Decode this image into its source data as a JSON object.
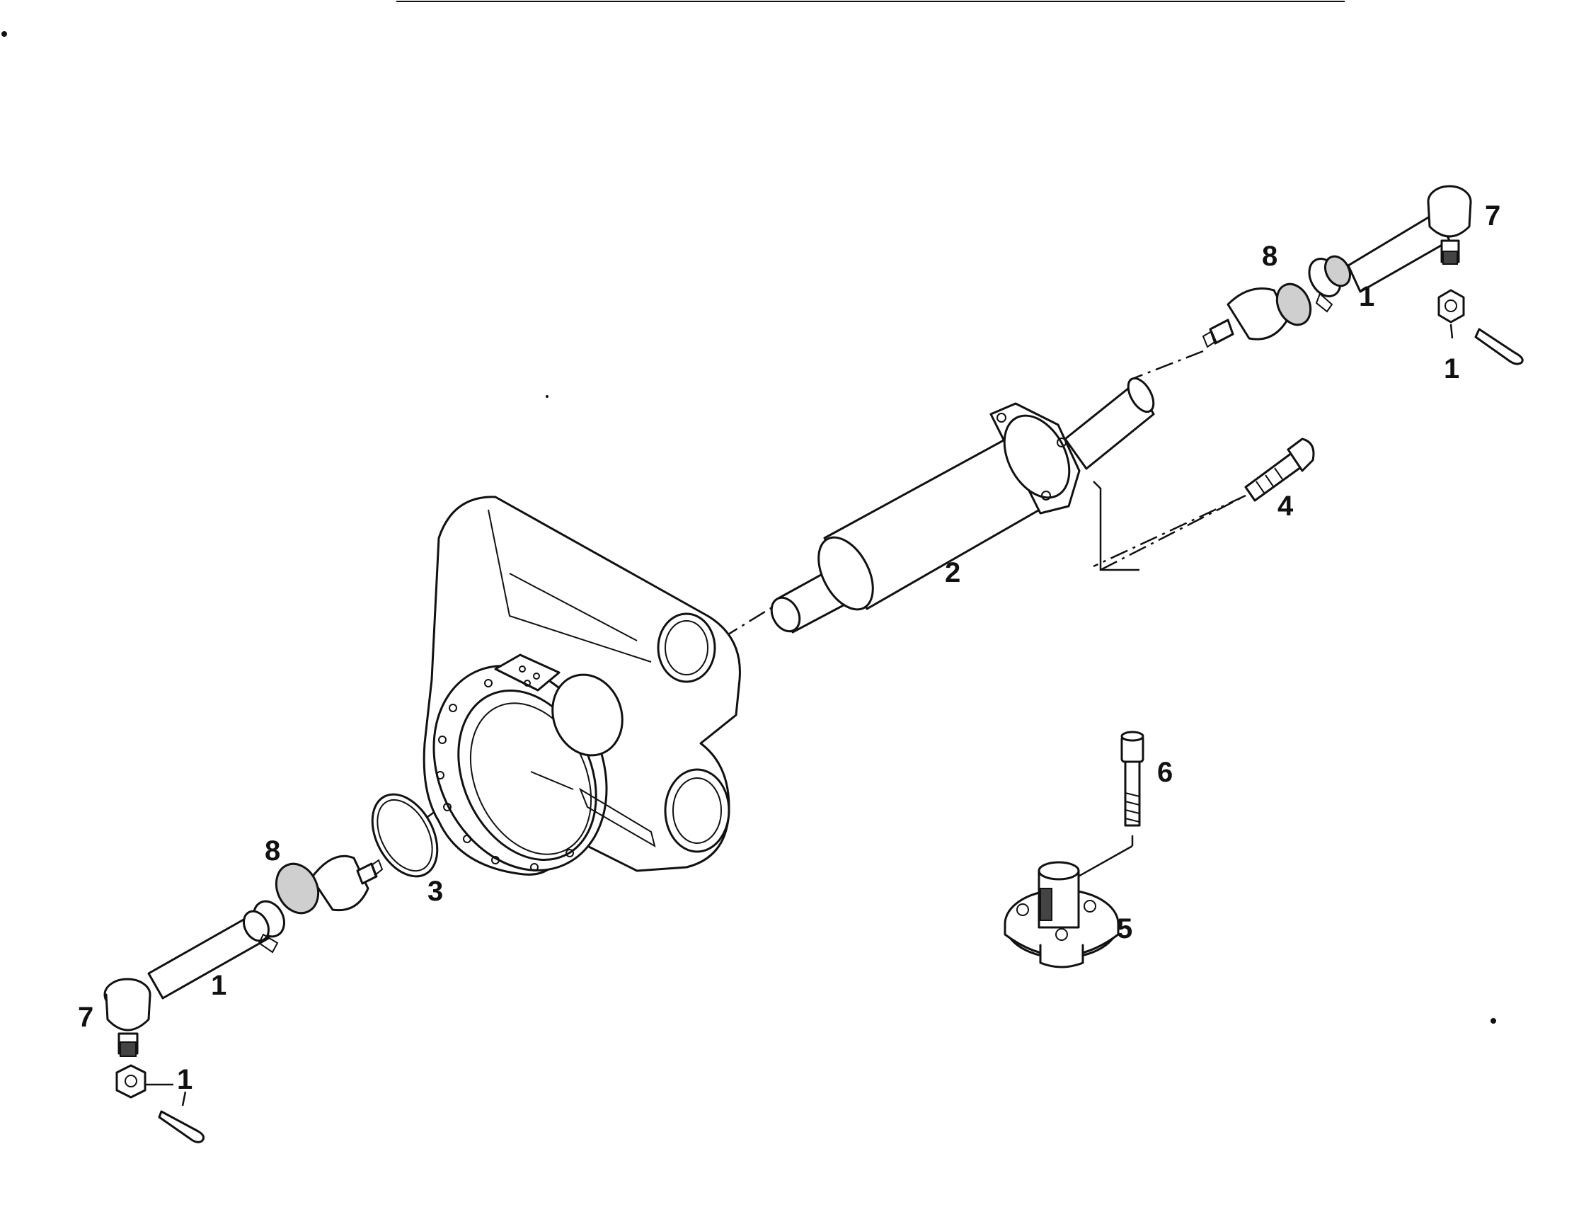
{
  "labels": {
    "l1_left_rod": "1",
    "l1_left_nut": "1",
    "l1_right_rod": "1",
    "l1_right_nut": "1",
    "l2": "2",
    "l3": "3",
    "l4": "4",
    "l5": "5",
    "l6": "6",
    "l7_left": "7",
    "l7_right": "7",
    "l8_left": "8",
    "l8_right": "8"
  }
}
